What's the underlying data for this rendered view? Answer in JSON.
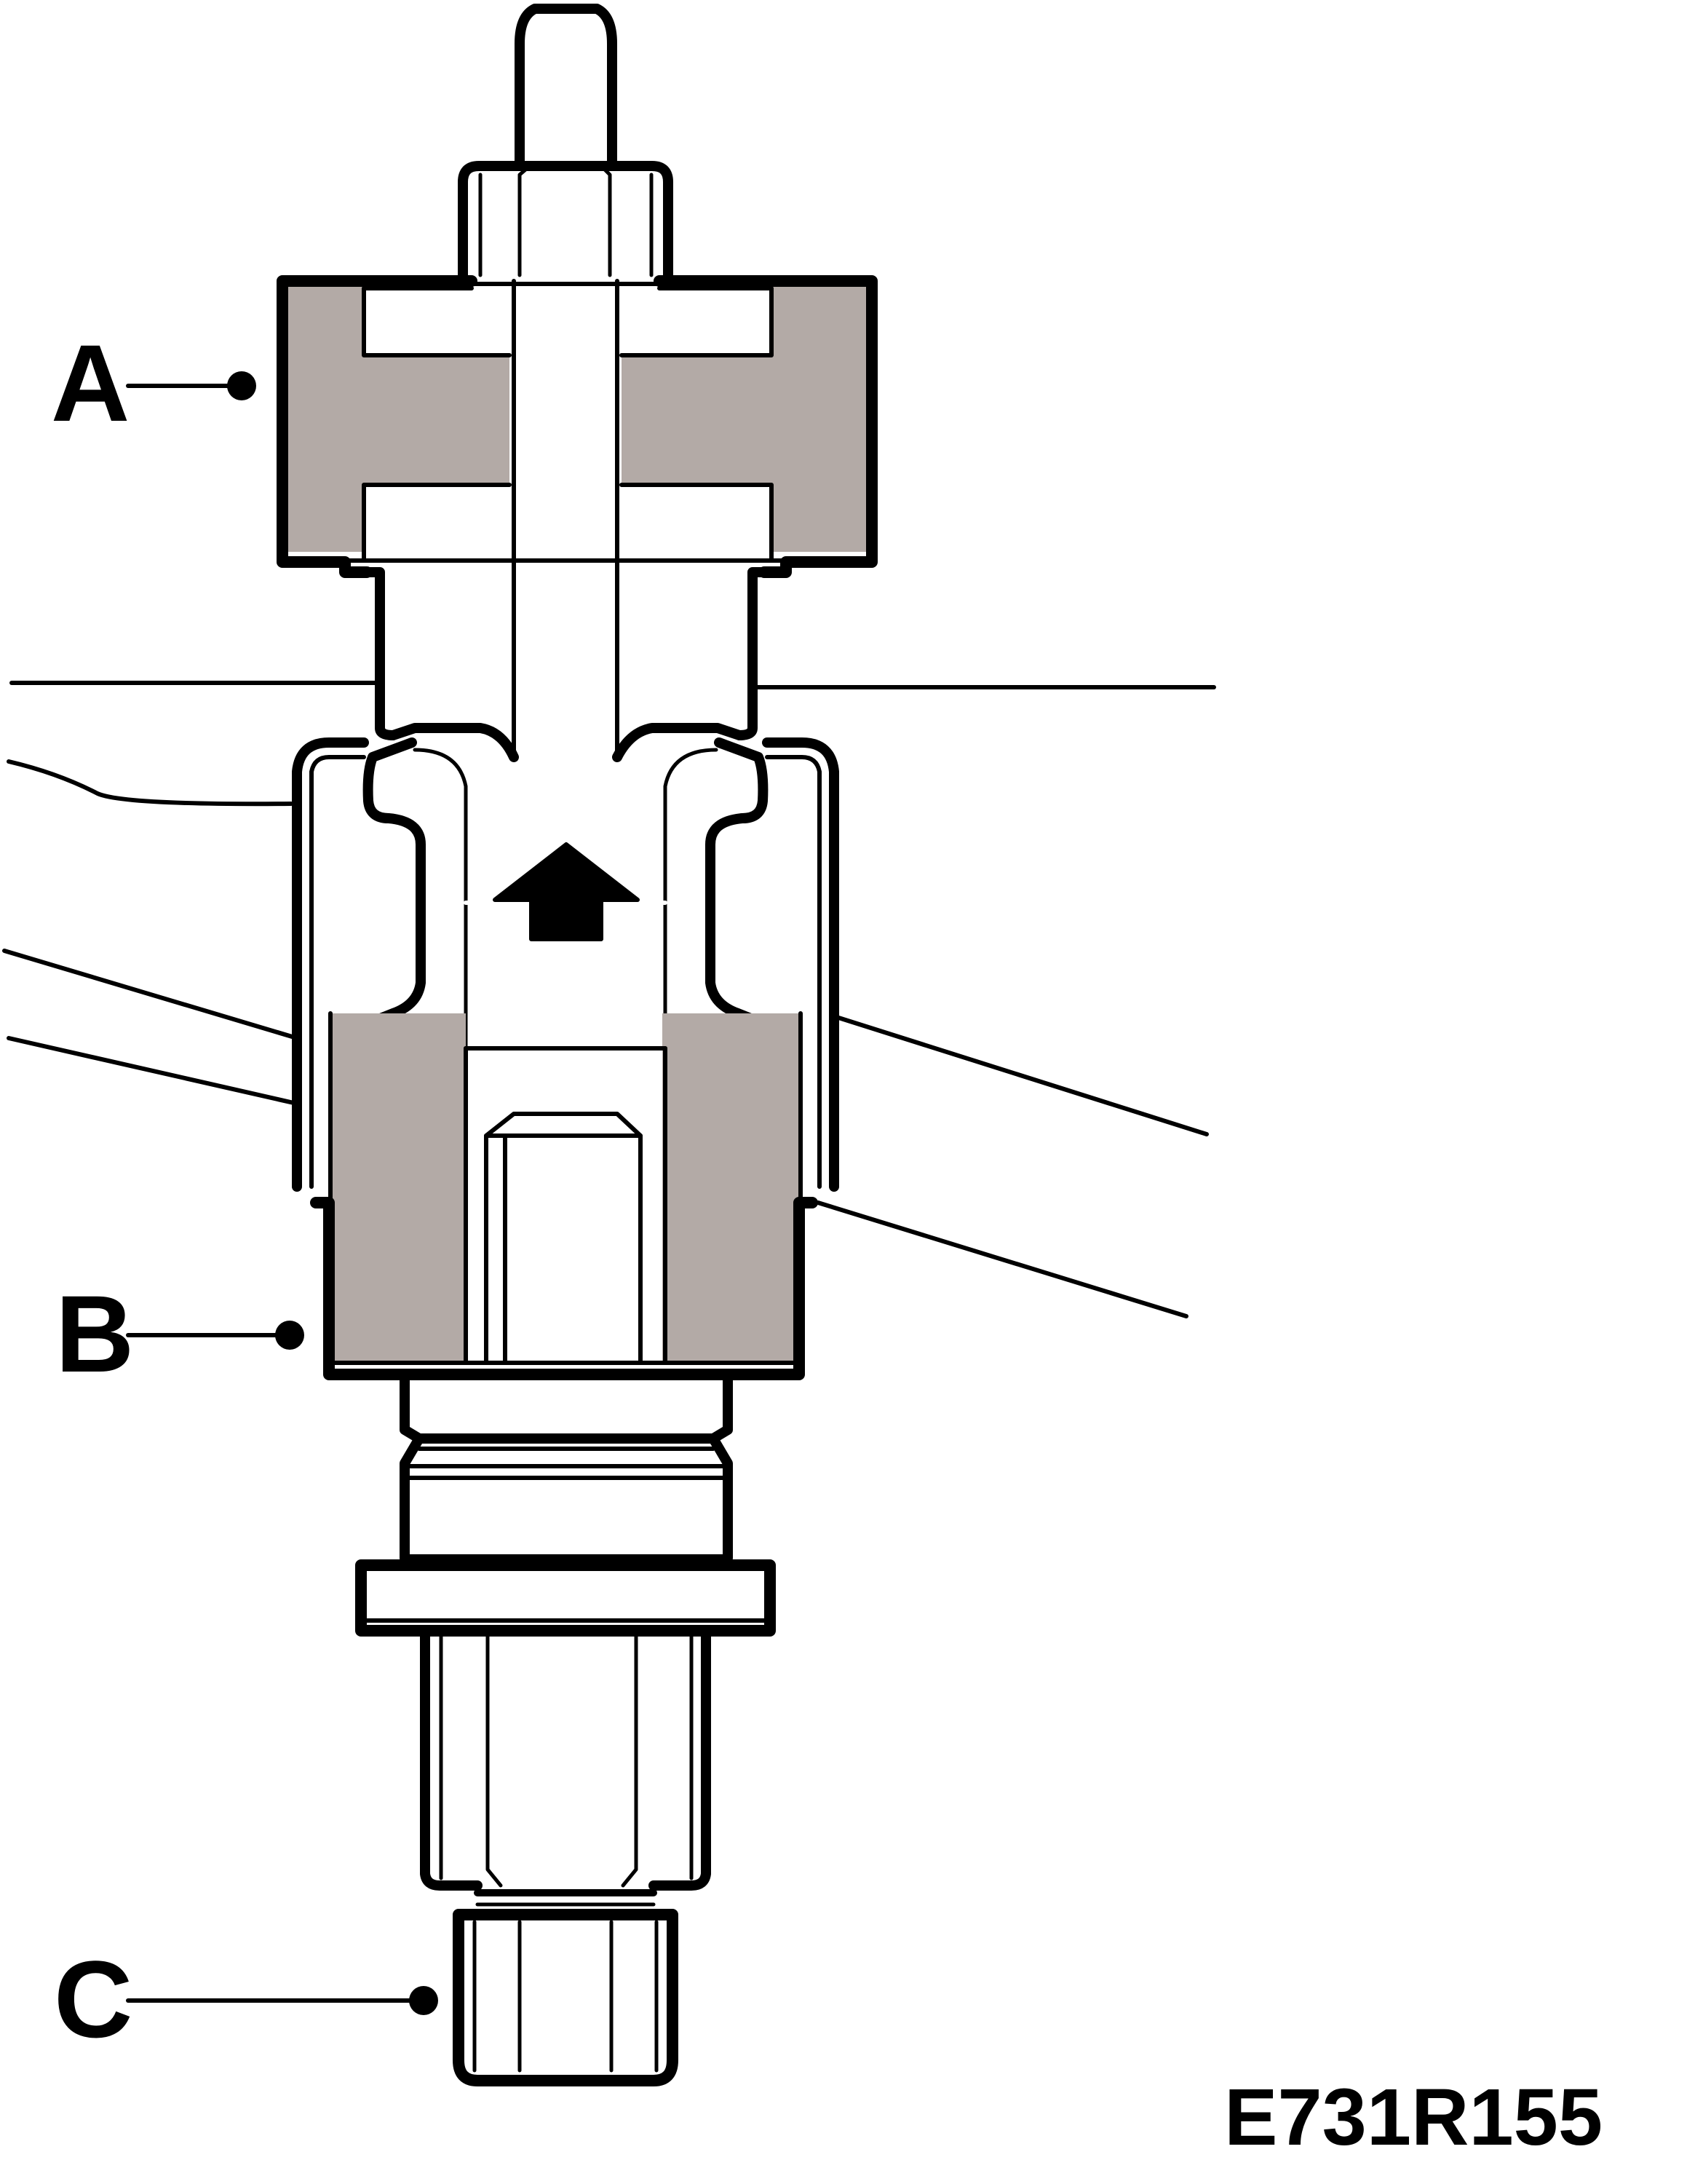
{
  "callouts": {
    "a": "A",
    "b": "B",
    "c": "C"
  },
  "figure_ref": "E731R155",
  "colors": {
    "stroke": "#000000",
    "shaded_part": "#b3aaa6",
    "background": "#ffffff"
  }
}
